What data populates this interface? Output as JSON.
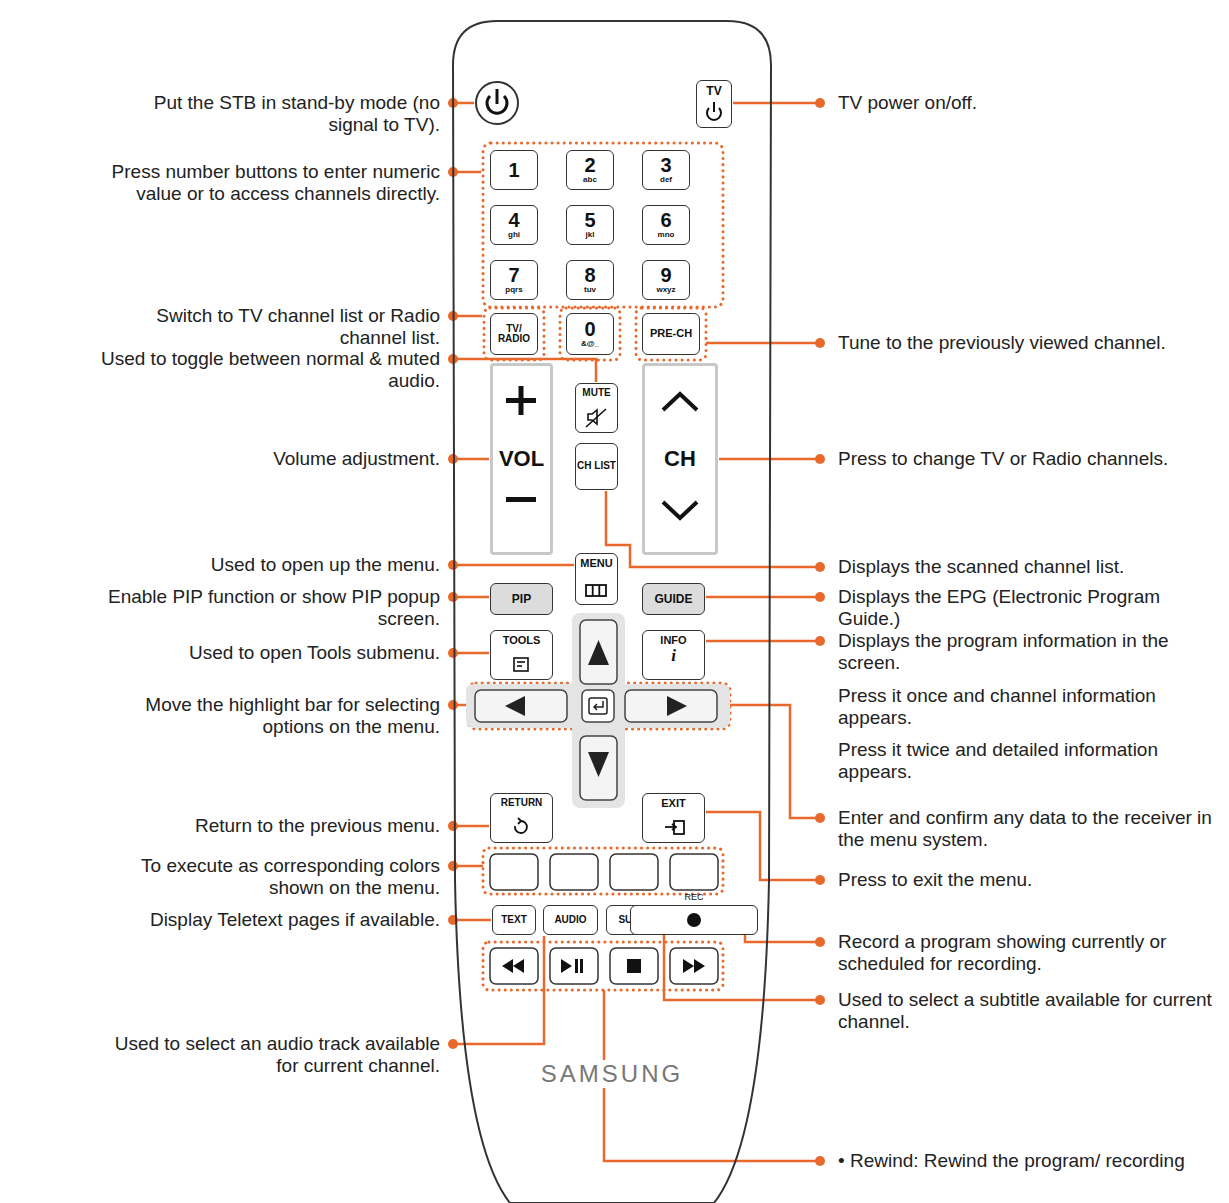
{
  "diagram": {
    "nodes": [
      {
        "text": [
          "SAMSUNG"
        ]
      },
      {
        "text": [
          "TV"
        ],
        "in": 0
      },
      {
        "text": [
          "1"
        ],
        "in": 0
      },
      {
        "text": [
          "2",
          "abc"
        ],
        "in": 0
      },
      {
        "text": [
          "3",
          "def"
        ],
        "in": 0
      },
      {
        "text": [
          "4",
          "ghi"
        ],
        "in": 0
      },
      {
        "text": [
          "5",
          "jkl"
        ],
        "in": 0
      },
      {
        "text": [
          "6",
          "mno"
        ],
        "in": 0
      },
      {
        "text": [
          "7",
          "pqrs"
        ],
        "in": 0
      },
      {
        "text": [
          "8",
          "tuv"
        ],
        "in": 0
      },
      {
        "text": [
          "9",
          "wxyz"
        ],
        "in": 0
      },
      {
        "text": [
          "TV/ RADIO"
        ],
        "in": 0
      },
      {
        "text": [
          "0",
          "&@_"
        ],
        "in": 0
      },
      {
        "text": [
          "PRE-CH"
        ],
        "in": 0
      },
      {
        "text": [
          "VOL"
        ],
        "in": 0
      },
      {
        "text": [
          "MUTE"
        ],
        "in": 0
      },
      {
        "text": [
          "CH"
        ],
        "in": 0
      },
      {
        "text": [
          "CH LIST"
        ],
        "in": 0
      },
      {
        "text": [
          "MENU"
        ],
        "in": 0
      },
      {
        "text": [
          "PIP"
        ],
        "in": 0
      },
      {
        "text": [
          "GUIDE"
        ],
        "in": 0
      },
      {
        "text": [
          "TOOLS"
        ],
        "in": 0
      },
      {
        "text": [
          "INFO",
          "i"
        ],
        "in": 0
      },
      {
        "text": [
          "RETURN"
        ],
        "in": 0
      },
      {
        "text": [
          "EXIT"
        ],
        "in": 0
      },
      {
        "text": [
          "TEXT"
        ],
        "in": 0
      },
      {
        "text": [
          "AUDIO"
        ],
        "in": 0
      },
      {
        "text": [
          "SUB"
        ],
        "in": 0
      },
      {
        "text": [
          "REC"
        ],
        "in": 0
      }
    ],
    "labels": [
      "Put the STB in stand-by mode (no signal to TV).",
      "Press number buttons to enter numeric value or to access channels directly.",
      "Switch to TV channel list or Radio channel list.",
      "Used to toggle between normal & muted audio.",
      "Volume adjustment.",
      "Used to open up the menu.",
      "Enable PIP function or show PIP popup screen.",
      "Used to open Tools submenu.",
      "Move the highlight bar for selecting options on the menu.",
      "Return to the previous menu.",
      "To execute as corresponding colors shown on the menu.",
      "Display Teletext pages if available.",
      "Used to select an audio track available for current channel.",
      "TV power on/off.",
      "Tune to the previously viewed channel.",
      "Press to change TV or Radio channels.",
      "Displays the scanned channel list.",
      "Displays the EPG (Electronic Program Guide.)",
      "Displays the program information in the screen.",
      "Press it once and channel information appears.",
      "Press it twice and detailed information appears.",
      "Enter and confirm any data to the receiver in the menu system.",
      "Press to exit the menu.",
      "Record a program showing currently or scheduled for recording.",
      "Used to select a subtitle available for current channel.",
      "• Rewind: Rewind the program/ recording"
    ]
  }
}
